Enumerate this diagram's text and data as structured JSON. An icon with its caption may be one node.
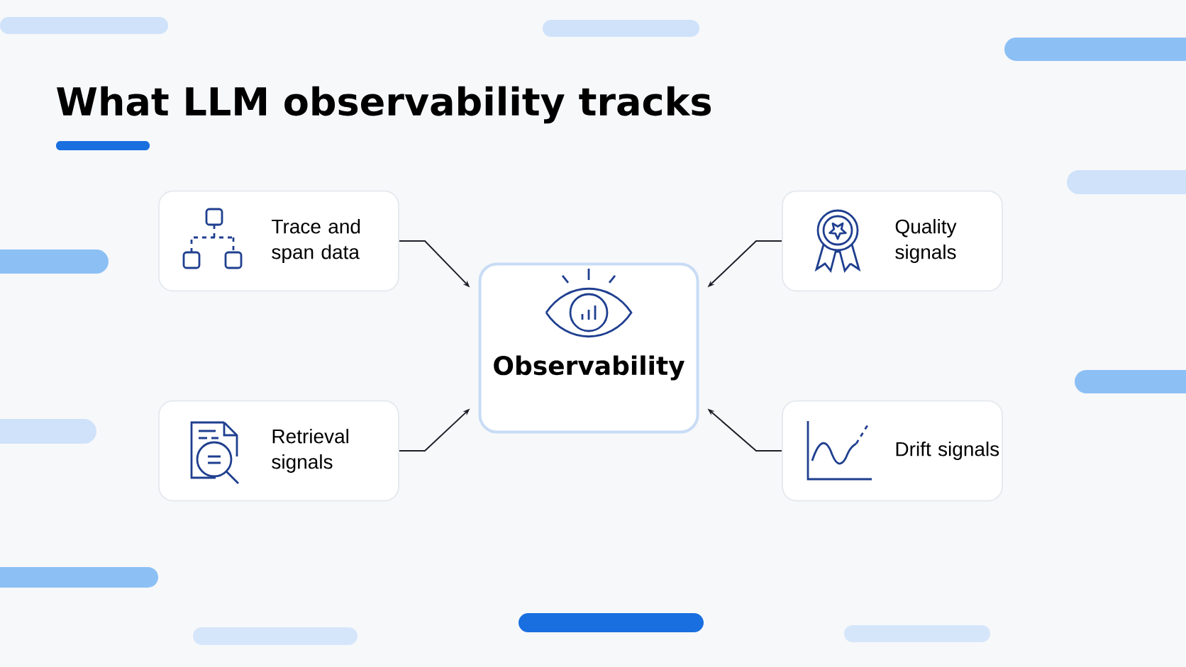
{
  "diagram": {
    "title": "What LLM observability tracks",
    "nodes": [
      {
        "text": [
          "Trace and span data"
        ]
      },
      {
        "text": [
          "Quality signals"
        ]
      },
      {
        "text": [
          "Observability"
        ]
      },
      {
        "text": [
          "Retrieval signals"
        ]
      },
      {
        "text": [
          "Drift signals"
        ]
      }
    ],
    "edges": [
      {
        "from": 0,
        "to": 2,
        "arrow": "to"
      },
      {
        "from": 1,
        "to": 2,
        "arrow": "to"
      },
      {
        "from": 3,
        "to": 2,
        "arrow": "to"
      },
      {
        "from": 4,
        "to": 2,
        "arrow": "to"
      }
    ]
  }
}
